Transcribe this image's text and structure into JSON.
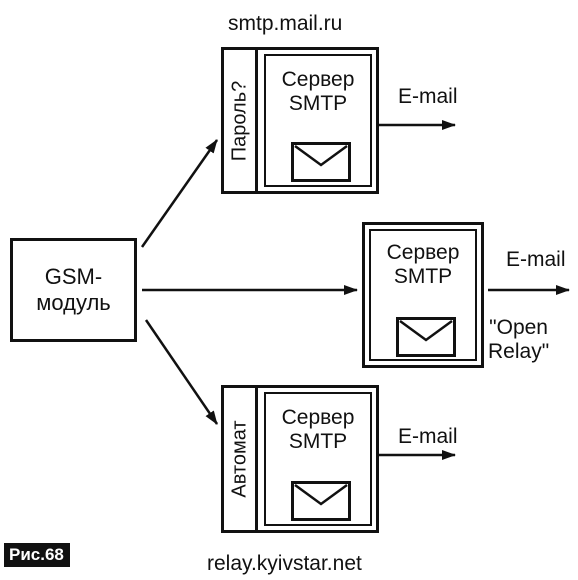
{
  "top_host": "smtp.mail.ru",
  "bottom_host": "relay.kyivstar.net",
  "figure_label": "Рис.68",
  "gsm_module": {
    "line1": "GSM-",
    "line2": "модуль"
  },
  "server_top": {
    "side_label": "Пароль?",
    "title_line1": "Сервер",
    "title_line2": "SMTP",
    "output": "E-mail"
  },
  "server_mid": {
    "title_line1": "Сервер",
    "title_line2": "SMTP",
    "output": "E-mail",
    "note_line1": "\"Open",
    "note_line2": "Relay\""
  },
  "server_bottom": {
    "side_label": "Автомат",
    "title_line1": "Сервер",
    "title_line2": "SMTP",
    "output": "E-mail"
  },
  "icons": {
    "envelope": "envelope-icon",
    "arrow": "arrow-icon"
  }
}
